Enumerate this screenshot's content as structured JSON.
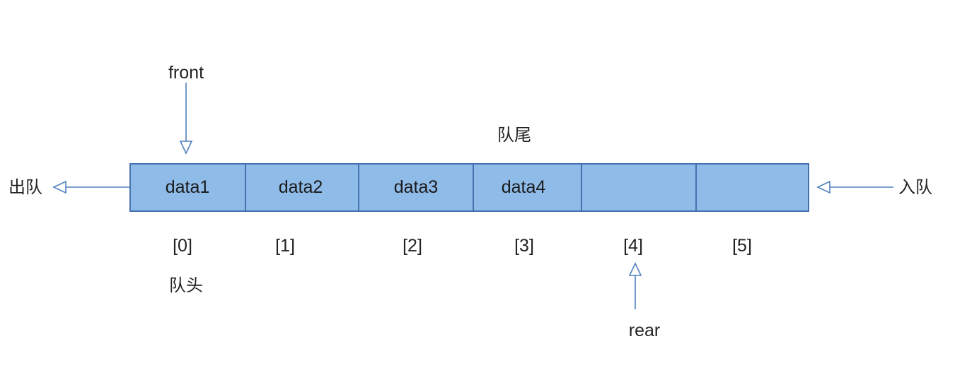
{
  "labels": {
    "front": "front",
    "rear": "rear",
    "queue_tail": "队尾",
    "queue_head": "队头",
    "dequeue": "出队",
    "enqueue": "入队"
  },
  "cells": [
    "data1",
    "data2",
    "data3",
    "data4",
    "",
    ""
  ],
  "indices": [
    "[0]",
    "[1]",
    "[2]",
    "[3]",
    "[4]",
    "[5]"
  ],
  "colors": {
    "cell_fill": "#8fbbe8",
    "cell_border": "#4472b0",
    "arrow": "#4f81bd"
  }
}
